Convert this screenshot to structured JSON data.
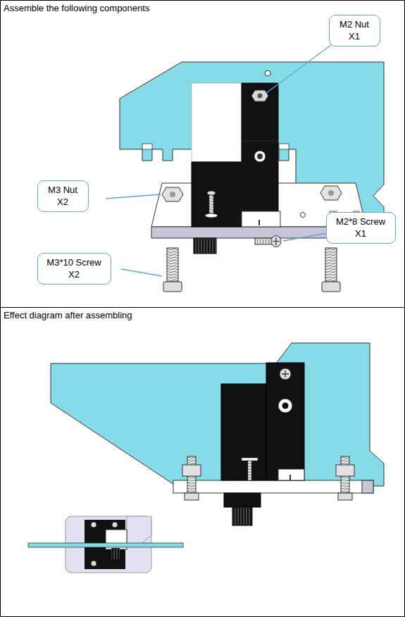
{
  "diagram": {
    "nodes": [
      {
        "text": [
          "Assemble the following components"
        ]
      },
      {
        "text": [
          "M2 Nut X1"
        ],
        "in": 0
      },
      {
        "text": [
          "M3 Nut X2"
        ],
        "in": 0
      },
      {
        "text": [
          "M2*8 Screw X1"
        ],
        "in": 0
      },
      {
        "text": [
          "M3*10 Screw X2"
        ],
        "in": 0
      },
      {
        "text": [
          "Effect diagram after assembling"
        ]
      }
    ]
  }
}
